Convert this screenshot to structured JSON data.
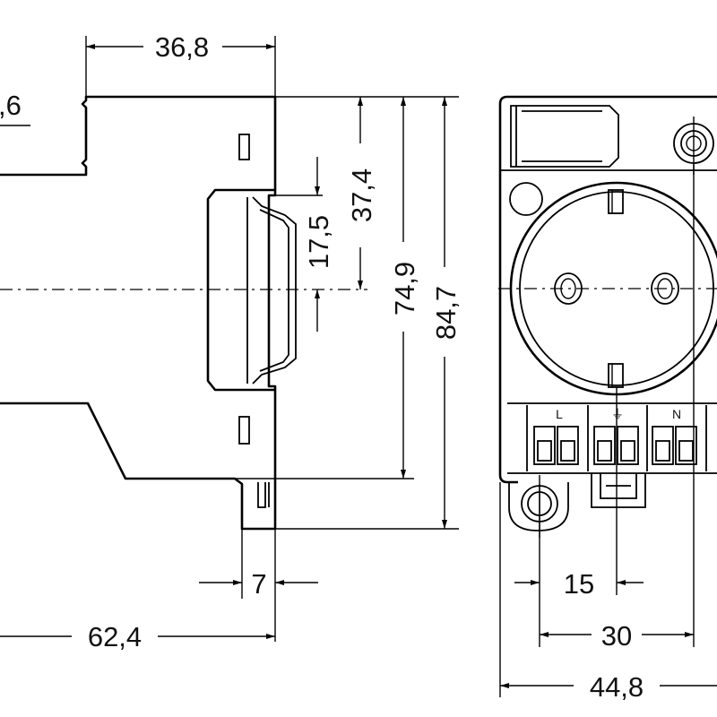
{
  "dimensions": {
    "top_width": "36,8",
    "left_partial": ",6",
    "rail_height": "17,5",
    "upper_height": "37,4",
    "inner_height": "74,9",
    "total_height": "84,7",
    "bottom_tab": "7",
    "depth": "62,4",
    "terminal_pitch": "15",
    "hole_spacing": "30",
    "total_width": "44,8"
  },
  "terminals": {
    "line": "L",
    "earth": "⏚",
    "neutral": "N"
  }
}
